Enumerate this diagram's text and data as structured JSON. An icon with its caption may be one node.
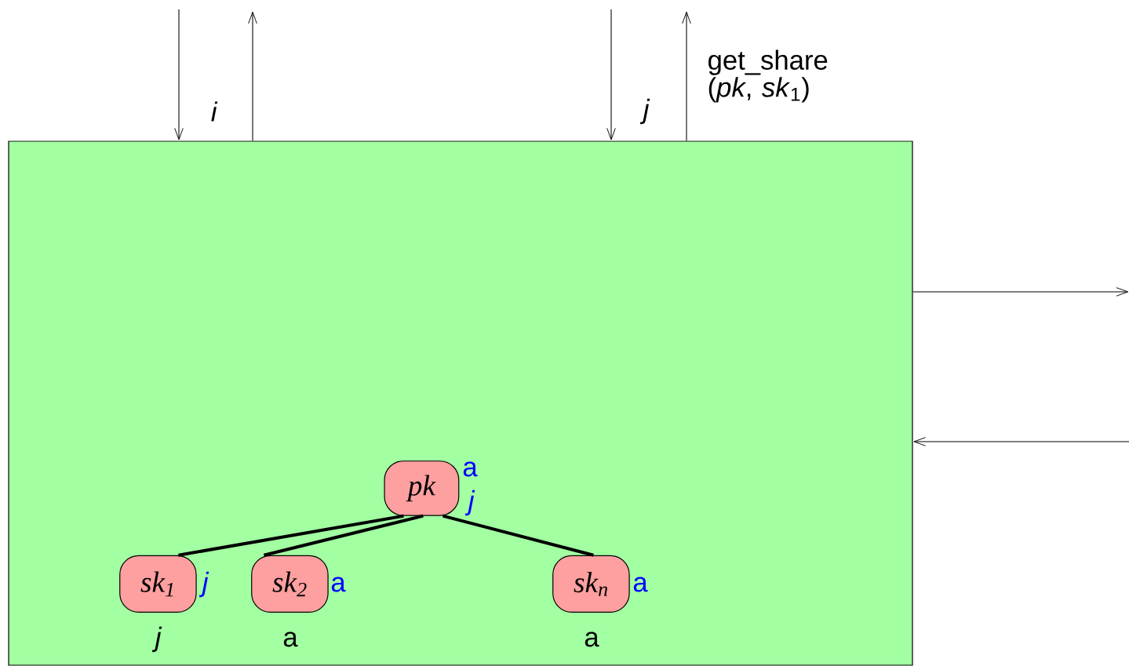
{
  "diagram": {
    "nodes": [
      {
        "text": [],
        "shape": "box"
      },
      {
        "text": [
          "pk"
        ],
        "in": 0,
        "beside": [
          "a",
          "*j*"
        ]
      },
      {
        "text": [
          "sk$_{1}$"
        ],
        "in": 0,
        "beside": [
          "*j*",
          "*j*"
        ]
      },
      {
        "text": [
          "sk$_{2}$"
        ],
        "in": 0,
        "beside": [
          "a",
          "a"
        ]
      },
      {
        "text": [
          "sk$_{n}$"
        ],
        "in": 0,
        "beside": [
          "a",
          "a"
        ]
      }
    ],
    "edges": [
      {
        "from": null,
        "to": 0,
        "arrow": "to",
        "label": "*i*"
      },
      {
        "from": 0,
        "to": null,
        "arrow": "to"
      },
      {
        "from": null,
        "to": 0,
        "arrow": "to",
        "label": "*j*"
      },
      {
        "from": 0,
        "to": null,
        "arrow": "to",
        "label": "get_share (*pk*, *sk*$_{1}$)"
      },
      {
        "from": 0,
        "to": null,
        "arrow": "to"
      },
      {
        "from": null,
        "to": 0,
        "arrow": "to"
      },
      {
        "from": 1,
        "to": 2,
        "arrow": "none",
        "style": "thick"
      },
      {
        "from": 1,
        "to": 3,
        "arrow": "none",
        "style": "thick"
      },
      {
        "from": 1,
        "to": 4,
        "arrow": "none",
        "style": "thick"
      }
    ]
  }
}
